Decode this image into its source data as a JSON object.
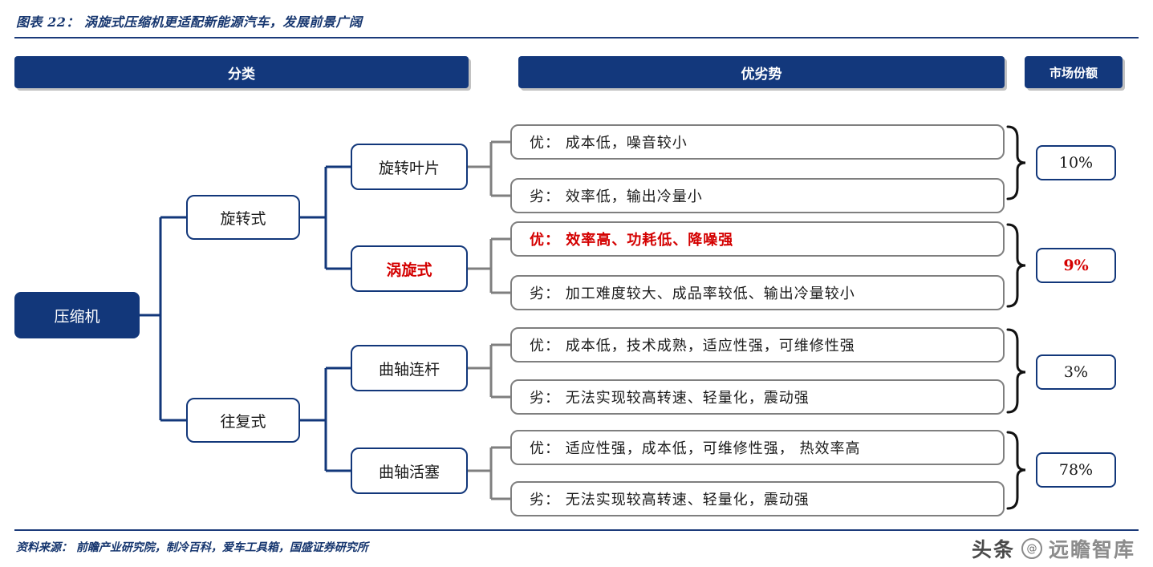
{
  "title": "图表 22： 涡旋式压缩机更适配新能源汽车，发展前景广阔",
  "source": "资料来源： 前瞻产业研究院，制冷百科，爱车工具箱，国盛证券研究所",
  "headers": {
    "classification": "分类",
    "pros_cons": "优劣势",
    "market_share": "市场份额"
  },
  "nodes": {
    "root": "压缩机",
    "rotary": "旋转式",
    "reciprocating": "往复式",
    "vane": "旋转叶片",
    "scroll": "涡旋式",
    "crank_rod": "曲轴连杆",
    "crank_piston": "曲轴活塞"
  },
  "descriptions": [
    {
      "text": "优： 成本低，噪音较小",
      "highlight": false
    },
    {
      "text": "劣： 效率低，输出冷量小",
      "highlight": false
    },
    {
      "text": "优： 效率高、功耗低、降噪强",
      "highlight": true
    },
    {
      "text": "劣： 加工难度较大、成品率较低、输出冷量较小",
      "highlight": false
    },
    {
      "text": "优： 成本低，技术成熟，适应性强，可维修性强",
      "highlight": false
    },
    {
      "text": "劣： 无法实现较高转速、轻量化，震动强",
      "highlight": false
    },
    {
      "text": "优： 适应性强，成本低，可维修性强， 热效率高",
      "highlight": false
    },
    {
      "text": "劣： 无法实现较高转速、轻量化，震动强",
      "highlight": false
    }
  ],
  "shares": [
    {
      "value": "10%",
      "highlight": false
    },
    {
      "value": "9%",
      "highlight": true
    },
    {
      "value": "3%",
      "highlight": false
    },
    {
      "value": "78%",
      "highlight": false
    }
  ],
  "watermark": {
    "mark": "头条",
    "at": "@",
    "name": "远瞻智库"
  },
  "colors": {
    "brand_blue": "#12377a",
    "accent_red": "#d40000",
    "line_gray": "#7f7f7f"
  }
}
